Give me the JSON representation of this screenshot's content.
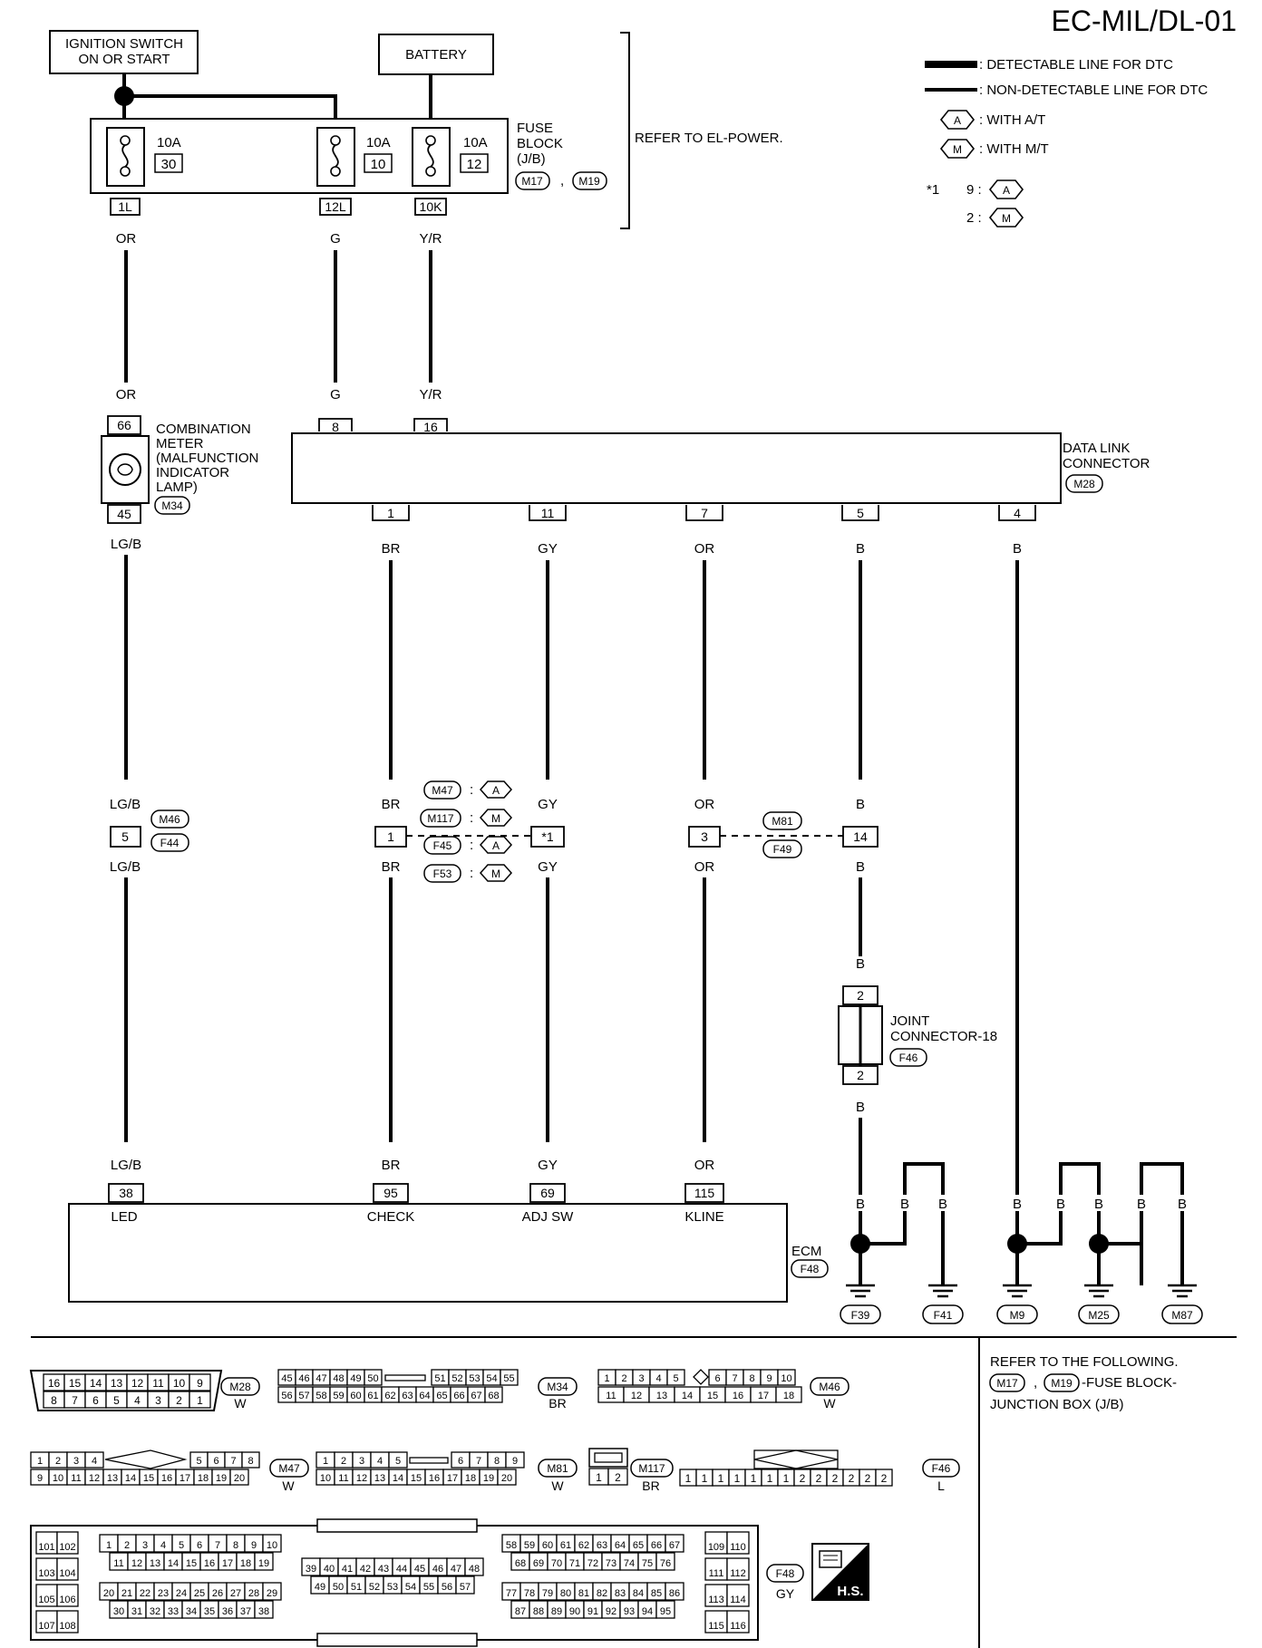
{
  "title": "EC-MIL/DL-01",
  "legend": {
    "detectable": ": DETECTABLE LINE FOR DTC",
    "non_detectable": ": NON-DETECTABLE LINE FOR DTC",
    "with_at": ": WITH A/T",
    "with_mt": ": WITH M/T",
    "a": "A",
    "m": "M",
    "star_label": "*1",
    "star_9": "9 :",
    "star_2": "2 :"
  },
  "power": {
    "ignition_line1": "IGNITION SWITCH",
    "ignition_line2": "ON OR START",
    "battery": "BATTERY"
  },
  "fuse_block": {
    "line1": "FUSE",
    "line2": "BLOCK",
    "line3": "(J/B)",
    "conn1": "M17",
    "comma": ",",
    "conn2": "M19",
    "refer": "REFER TO EL-POWER.",
    "fuses": [
      {
        "amp": "10A",
        "num": "30",
        "term": "1L",
        "wire": "OR"
      },
      {
        "amp": "10A",
        "num": "10",
        "term": "12L",
        "wire": "G"
      },
      {
        "amp": "10A",
        "num": "12",
        "term": "10K",
        "wire": "Y/R"
      }
    ]
  },
  "combo_meter": {
    "line1": "COMBINATION",
    "line2": "METER",
    "line3": "(MALFUNCTION",
    "line4": "INDICATOR",
    "line5": "LAMP)",
    "conn": "M34",
    "pin_in": "66",
    "pin_out": "45",
    "wire_in": "OR",
    "wire_out": "LG/B"
  },
  "dlc": {
    "line1": "DATA LINK",
    "line2": "CONNECTOR",
    "conn": "M28",
    "pin8": "8",
    "pin16": "16",
    "wire8": "G",
    "wire16": "Y/R",
    "bottom": [
      {
        "pin": "1",
        "wire": "BR"
      },
      {
        "pin": "11",
        "wire": "GY"
      },
      {
        "pin": "7",
        "wire": "OR"
      },
      {
        "pin": "5",
        "wire": "B"
      },
      {
        "pin": "4",
        "wire": "B"
      }
    ]
  },
  "inline": {
    "m46": "M46",
    "f44": "F44",
    "pin5": "5",
    "wire_lgb": "LG/B",
    "m47": "M47",
    "m117": "M117",
    "f45": "F45",
    "f53": "F53",
    "colon": ":",
    "pin1": "1",
    "pin_star": "*1",
    "wire_br": "BR",
    "wire_gy": "GY",
    "m81": "M81",
    "f49": "F49",
    "pin3": "3",
    "pin14": "14",
    "wire_or": "OR",
    "wire_b": "B"
  },
  "joint": {
    "line1": "JOINT",
    "line2": "CONNECTOR-18",
    "conn": "F46",
    "pin": "2",
    "wire": "B"
  },
  "ecm": {
    "label": "ECM",
    "conn": "F48",
    "pins": [
      {
        "num": "38",
        "name": "LED",
        "wire": "LG/B"
      },
      {
        "num": "95",
        "name": "CHECK",
        "wire": "BR"
      },
      {
        "num": "69",
        "name": "ADJ SW",
        "wire": "GY"
      },
      {
        "num": "115",
        "name": "KLINE",
        "wire": "OR"
      }
    ]
  },
  "grounds": {
    "wire": "B",
    "labels": [
      "F39",
      "F41",
      "M9",
      "M25",
      "M87"
    ]
  },
  "bottom_refer": {
    "line1": "REFER TO THE FOLLOWING.",
    "conn1": "M17",
    "comma": ",",
    "conn2": "M19",
    "line2_tail": "-FUSE BLOCK-",
    "line3": "JUNCTION BOX (J/B)"
  },
  "connectors": {
    "m28": {
      "id": "M28",
      "color": "W",
      "top": [
        "16",
        "15",
        "14",
        "13",
        "12",
        "11",
        "10",
        "9"
      ],
      "bottom": [
        "8",
        "7",
        "6",
        "5",
        "4",
        "3",
        "2",
        "1"
      ]
    },
    "m34": {
      "id": "M34",
      "color": "BR",
      "top_l": [
        "45",
        "46",
        "47",
        "48",
        "49",
        "50"
      ],
      "top_r": [
        "51",
        "52",
        "53",
        "54",
        "55"
      ],
      "bottom": [
        "56",
        "57",
        "58",
        "59",
        "60",
        "61",
        "62",
        "63",
        "64",
        "65",
        "66",
        "67",
        "68"
      ]
    },
    "m46": {
      "id": "M46",
      "color": "W",
      "top_l": [
        "1",
        "2",
        "3",
        "4",
        "5"
      ],
      "top_r": [
        "6",
        "7",
        "8",
        "9",
        "10"
      ],
      "bottom": [
        "11",
        "12",
        "13",
        "14",
        "15",
        "16",
        "17",
        "18"
      ]
    },
    "m47": {
      "id": "M47",
      "color": "W",
      "top_l": [
        "1",
        "2",
        "3",
        "4"
      ],
      "top_r": [
        "5",
        "6",
        "7",
        "8"
      ],
      "bottom": [
        "9",
        "10",
        "11",
        "12",
        "13",
        "14",
        "15",
        "16",
        "17",
        "18",
        "19",
        "20"
      ]
    },
    "m81": {
      "id": "M81",
      "color": "W",
      "top_l": [
        "1",
        "2",
        "3",
        "4",
        "5"
      ],
      "top_r": [
        "6",
        "7",
        "8",
        "9"
      ],
      "bottom": [
        "10",
        "11",
        "12",
        "13",
        "14",
        "15",
        "16",
        "17",
        "18",
        "19",
        "20"
      ]
    },
    "m117": {
      "id": "M117",
      "color": "BR",
      "pins": [
        "1",
        "2"
      ]
    },
    "f46": {
      "id": "F46",
      "color": "L",
      "pins": [
        "1",
        "1",
        "1",
        "1",
        "1",
        "1",
        "1",
        "2",
        "2",
        "2",
        "2",
        "2",
        "2"
      ]
    },
    "f48": {
      "id": "F48",
      "color": "GY",
      "a_rows": [
        [
          "101",
          "102"
        ],
        [
          "103",
          "104"
        ],
        [
          "105",
          "106"
        ],
        [
          "107",
          "108"
        ]
      ],
      "b1": [
        "1",
        "2",
        "3",
        "4",
        "5",
        "6",
        "7",
        "8",
        "9",
        "10"
      ],
      "b2": [
        "11",
        "12",
        "13",
        "14",
        "15",
        "16",
        "17",
        "18",
        "19"
      ],
      "b3": [
        "20",
        "21",
        "22",
        "23",
        "24",
        "25",
        "26",
        "27",
        "28",
        "29"
      ],
      "b4": [
        "30",
        "31",
        "32",
        "33",
        "34",
        "35",
        "36",
        "37",
        "38"
      ],
      "c1": [
        "39",
        "40",
        "41",
        "42",
        "43",
        "44",
        "45",
        "46",
        "47",
        "48"
      ],
      "c2": [
        "49",
        "50",
        "51",
        "52",
        "53",
        "54",
        "55",
        "56",
        "57"
      ],
      "d1": [
        "58",
        "59",
        "60",
        "61",
        "62",
        "63",
        "64",
        "65",
        "66",
        "67"
      ],
      "d2": [
        "68",
        "69",
        "70",
        "71",
        "72",
        "73",
        "74",
        "75",
        "76"
      ],
      "d3": [
        "77",
        "78",
        "79",
        "80",
        "81",
        "82",
        "83",
        "84",
        "85",
        "86"
      ],
      "d4": [
        "87",
        "88",
        "89",
        "90",
        "91",
        "92",
        "93",
        "94",
        "95"
      ],
      "e_rows": [
        [
          "109",
          "110"
        ],
        [
          "111",
          "112"
        ],
        [
          "113",
          "114"
        ],
        [
          "115",
          "116"
        ]
      ]
    },
    "hs": "H.S."
  }
}
